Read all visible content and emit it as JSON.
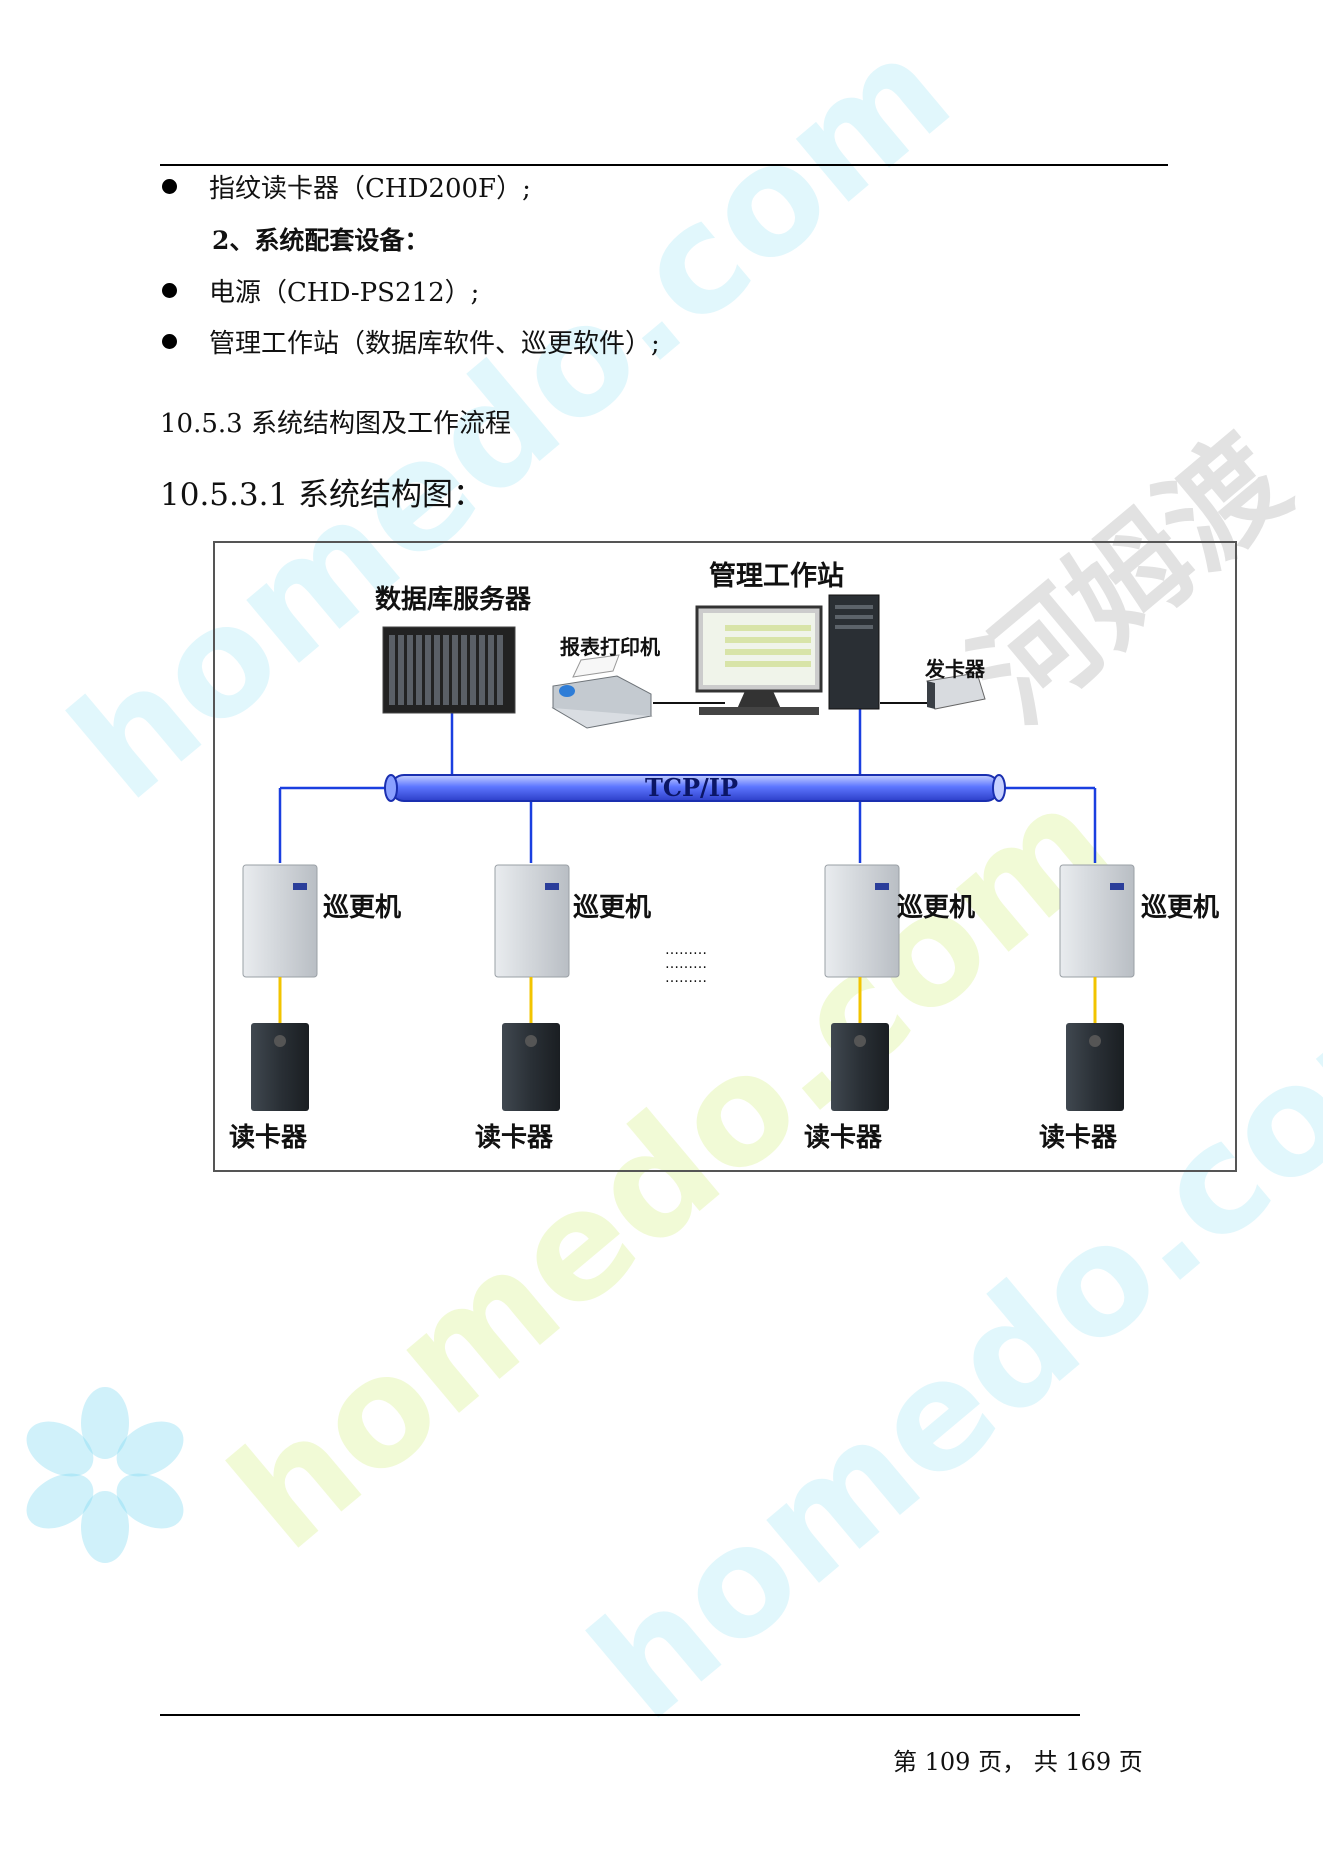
{
  "list_items_top": [
    {
      "text": "指纹读卡器（CHD200F）;"
    }
  ],
  "sub_heading": "2、系统配套设备：",
  "list_items_bottom": [
    {
      "text": "电源（CHD-PS212）;"
    },
    {
      "text": "管理工作站（数据库软件、巡更软件）;"
    }
  ],
  "section_heading": "10.5.3 系统结构图及工作流程",
  "subsection_heading": "10.5.3.1 系统结构图：",
  "diagram": {
    "db_server_label": "数据库服务器",
    "workstation_label": "管理工作站",
    "printer_label": "报表打印机",
    "card_issuer_label": "发卡器",
    "network_label": "TCP/IP",
    "patrol_label": "巡更机",
    "reader_label": "读卡器",
    "ellipsis": "………",
    "colors": {
      "network_line": "#1a3fe0",
      "pipe_fill": "#6e86ff",
      "reader_line": "#f2c400"
    }
  },
  "watermark": {
    "latin": "homedo.com",
    "cjk": "河姆渡"
  },
  "footer": {
    "page_text": "第 109 页， 共 169 页"
  }
}
